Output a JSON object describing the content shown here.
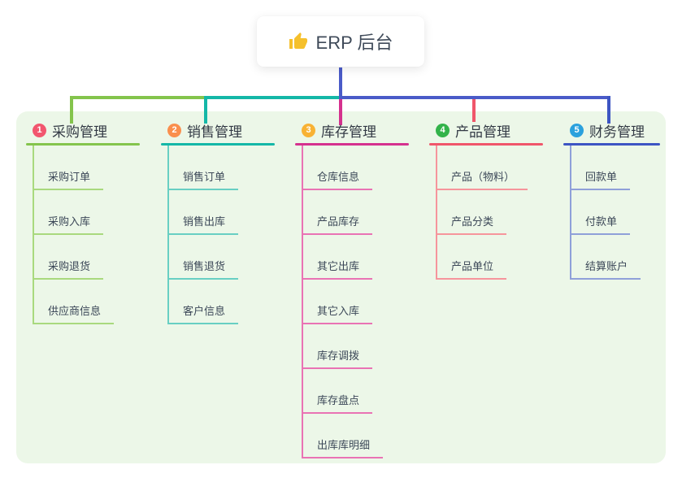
{
  "root": {
    "title": "ERP 后台",
    "icon": "thumbs-up-icon"
  },
  "colors": {
    "panel_bg": "#ecf7e8",
    "root_text": "#3f4a59",
    "child_text": "#3c4858",
    "connector_root": "#4a5bc8",
    "connector_left_arm": "#84c44c",
    "connector_mid_arm": "#14b7a7",
    "connector_right_arm": "#4a5bc8",
    "thumb_icon": "#f5c02c"
  },
  "connectors": {
    "drop_colors": [
      "#84c44c",
      "#14b7a7",
      "#d5318e",
      "#f0566a",
      "#3d55c3"
    ]
  },
  "branches": [
    {
      "number": "1",
      "title": "采购管理",
      "badge_color": "#f2566e",
      "line_color": "#84c44c",
      "child_line_color": "#a9d97e",
      "children": [
        "采购订单",
        "采购入库",
        "采购退货",
        "供应商信息"
      ]
    },
    {
      "number": "2",
      "title": "销售管理",
      "badge_color": "#fa8f4d",
      "line_color": "#14b7a7",
      "child_line_color": "#68cfc3",
      "children": [
        "销售订单",
        "销售出库",
        "销售退货",
        "客户信息"
      ]
    },
    {
      "number": "3",
      "title": "库存管理",
      "badge_color": "#f8b234",
      "line_color": "#d5318e",
      "child_line_color": "#e973b4",
      "children": [
        "仓库信息",
        "产品库存",
        "其它出库",
        "其它入库",
        "库存调拨",
        "库存盘点",
        "出库库明细"
      ]
    },
    {
      "number": "4",
      "title": "产品管理",
      "badge_color": "#33b34a",
      "line_color": "#f0566a",
      "child_line_color": "#f6959c",
      "children": [
        "产品（物料）",
        "产品分类",
        "产品单位"
      ]
    },
    {
      "number": "5",
      "title": "财务管理",
      "badge_color": "#2ba1dd",
      "line_color": "#3d55c3",
      "child_line_color": "#8fa0d9",
      "children": [
        "回款单",
        "付款单",
        "结算账户"
      ]
    }
  ]
}
